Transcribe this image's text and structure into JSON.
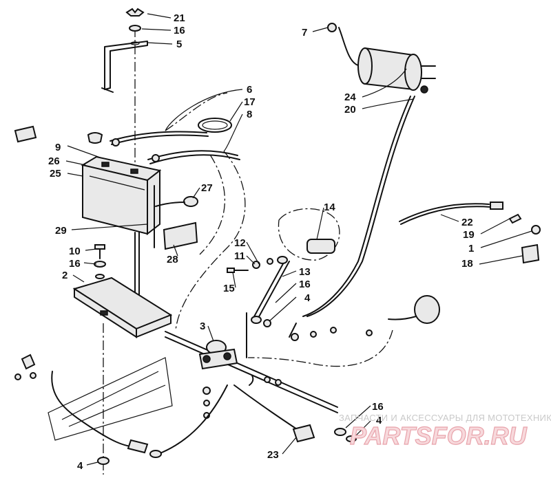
{
  "callouts": [
    {
      "id": "c21a",
      "text": "21"
    },
    {
      "id": "c16a",
      "text": "16"
    },
    {
      "id": "c5",
      "text": "5"
    },
    {
      "id": "c7",
      "text": "7"
    },
    {
      "id": "c6",
      "text": "6"
    },
    {
      "id": "c17",
      "text": "17"
    },
    {
      "id": "c8",
      "text": "8"
    },
    {
      "id": "c24",
      "text": "24"
    },
    {
      "id": "c20",
      "text": "20"
    },
    {
      "id": "c9",
      "text": "9"
    },
    {
      "id": "c26",
      "text": "26"
    },
    {
      "id": "c25",
      "text": "25"
    },
    {
      "id": "c27",
      "text": "27"
    },
    {
      "id": "c29",
      "text": "29"
    },
    {
      "id": "c28",
      "text": "28"
    },
    {
      "id": "c14",
      "text": "14"
    },
    {
      "id": "c22",
      "text": "22"
    },
    {
      "id": "c19",
      "text": "19"
    },
    {
      "id": "c1",
      "text": "1"
    },
    {
      "id": "c18",
      "text": "18"
    },
    {
      "id": "c12",
      "text": "12"
    },
    {
      "id": "c10",
      "text": "10"
    },
    {
      "id": "c11",
      "text": "11"
    },
    {
      "id": "c16b",
      "text": "16"
    },
    {
      "id": "c2",
      "text": "2"
    },
    {
      "id": "c13",
      "text": "13"
    },
    {
      "id": "c15",
      "text": "15"
    },
    {
      "id": "c16c",
      "text": "16"
    },
    {
      "id": "c4a",
      "text": "4"
    },
    {
      "id": "c3",
      "text": "3"
    },
    {
      "id": "c16d",
      "text": "16"
    },
    {
      "id": "c4b",
      "text": "4"
    },
    {
      "id": "c23",
      "text": "23"
    },
    {
      "id": "c4c",
      "text": "4"
    }
  ],
  "watermark": {
    "caption": "ЗАПЧАСТИ И АКСЕССУАРЫ ДЛЯ МОТОТЕХНИКИ",
    "logo": "PARTSFOR.RU"
  }
}
